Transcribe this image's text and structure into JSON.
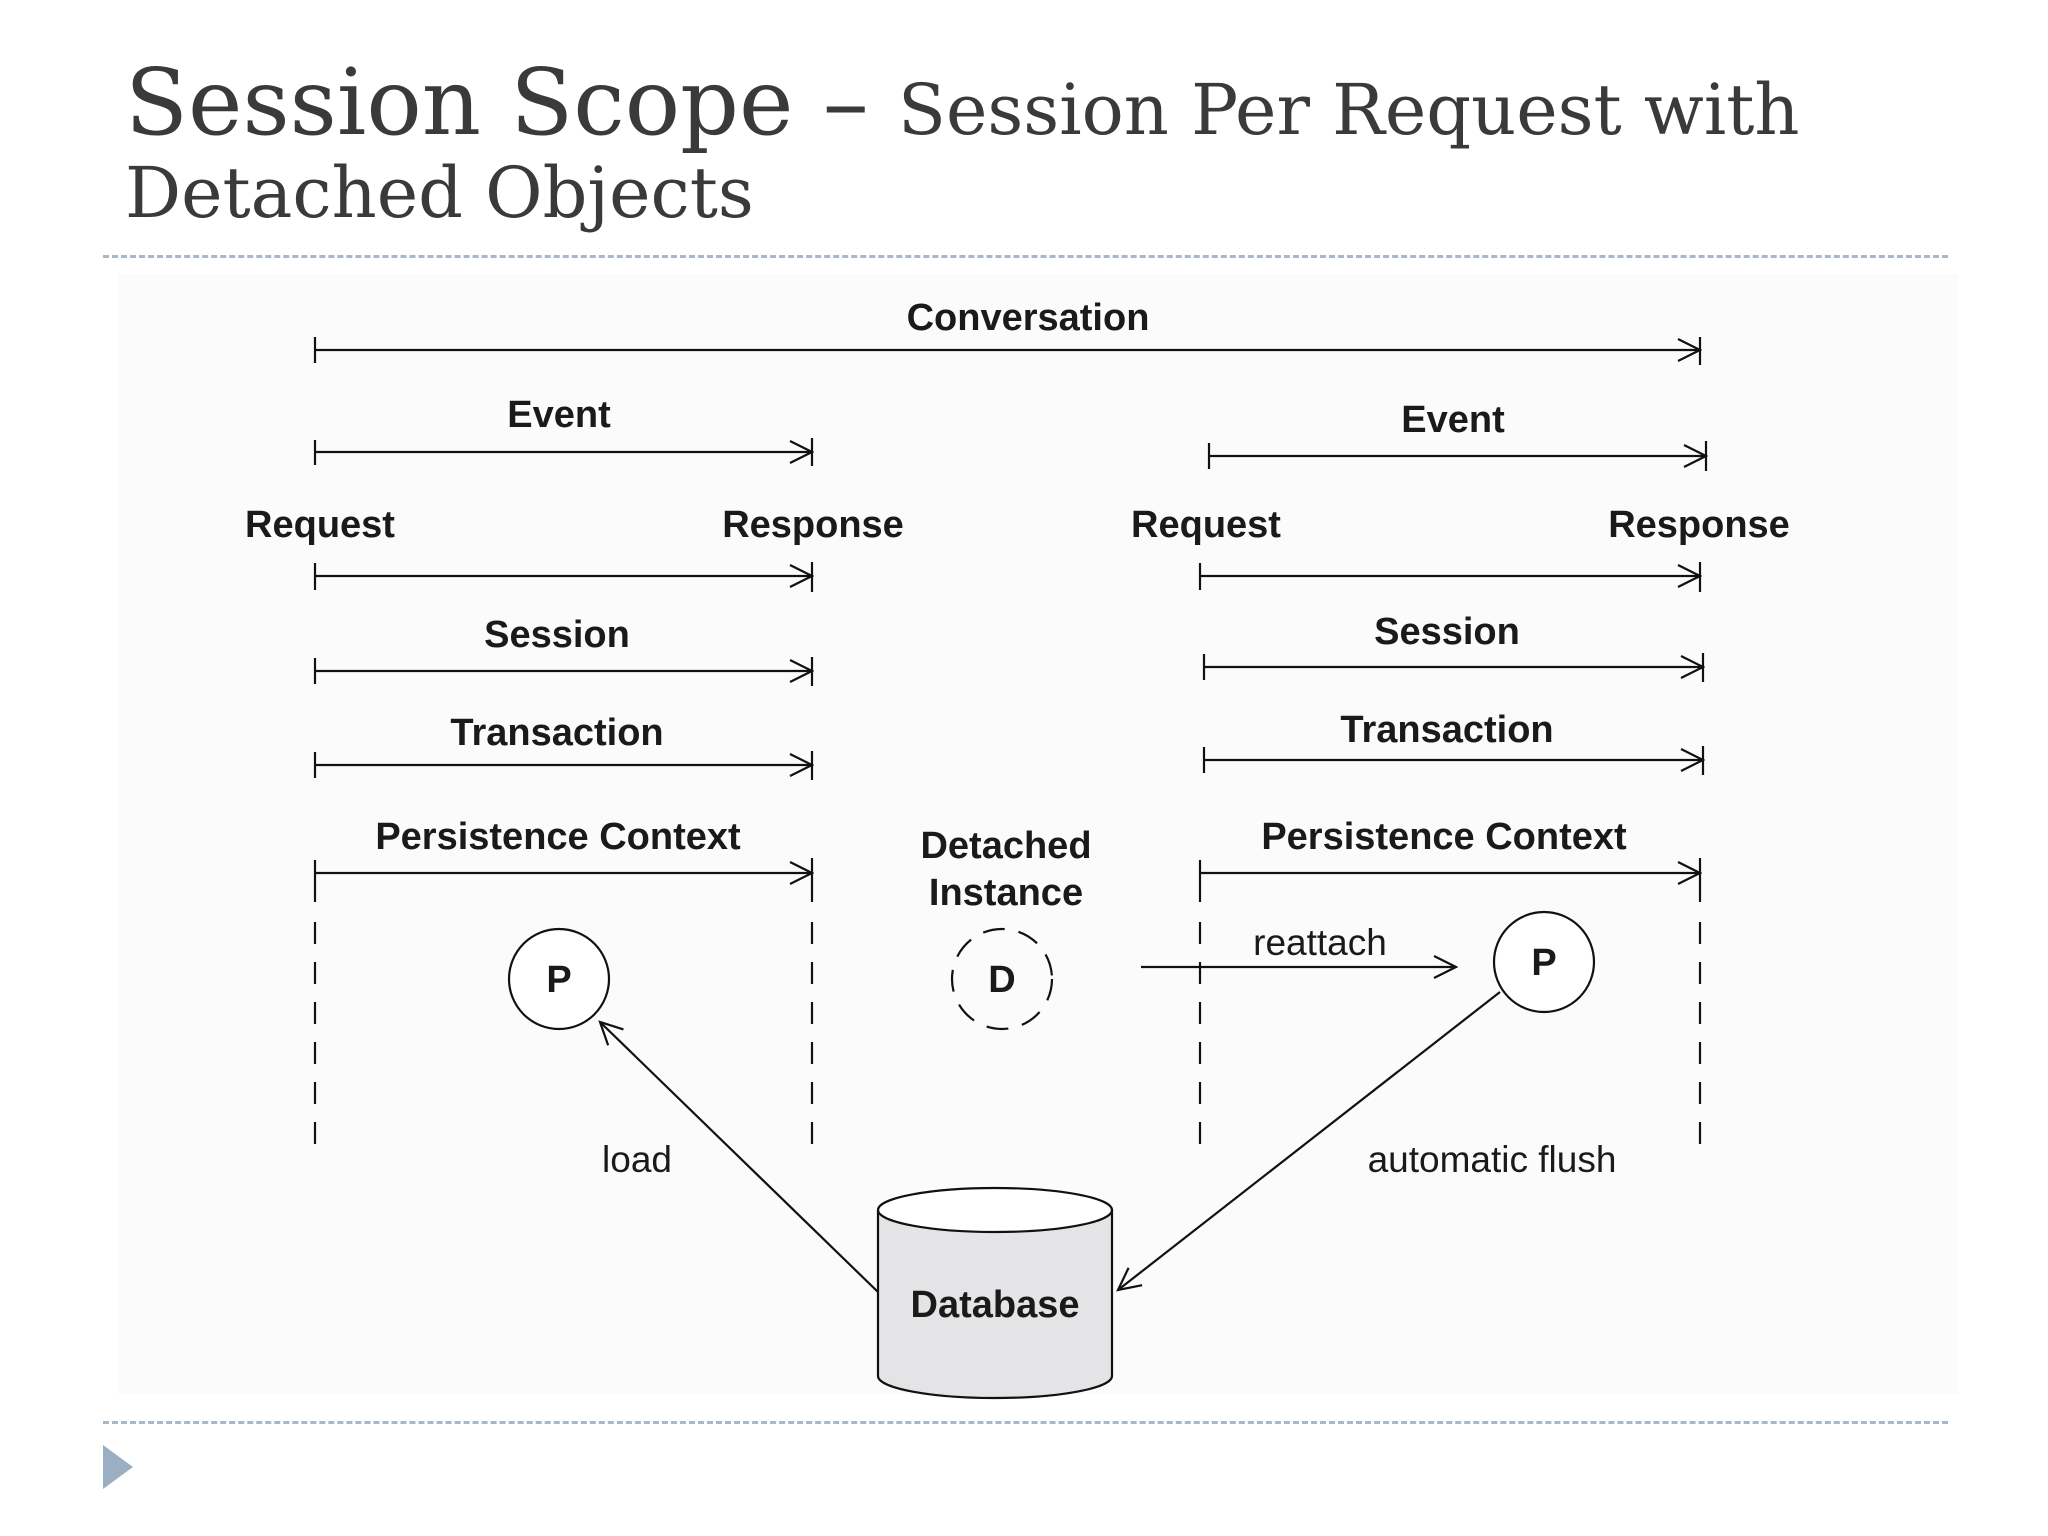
{
  "title": {
    "main": "Session Scope – ",
    "sub": "Session Per Request with",
    "line2": "Detached Objects"
  },
  "diagram": {
    "conversation": "Conversation",
    "left": {
      "event": "Event",
      "request": "Request",
      "response": "Response",
      "session": "Session",
      "transaction": "Transaction",
      "persistence_context": "Persistence Context",
      "persistent_object": "P",
      "load": "load"
    },
    "middle": {
      "detached_line1": "Detached",
      "detached_line2": "Instance",
      "detached_object": "D"
    },
    "right": {
      "event": "Event",
      "request": "Request",
      "response": "Response",
      "session": "Session",
      "transaction": "Transaction",
      "persistence_context": "Persistence Context",
      "persistent_object": "P",
      "reattach": "reattach",
      "automatic_flush": "automatic flush"
    },
    "database": "Database"
  },
  "colors": {
    "rule": "#a9b8c8",
    "bullet": "#9aaec4",
    "database_fill": "#e4e4e6"
  }
}
